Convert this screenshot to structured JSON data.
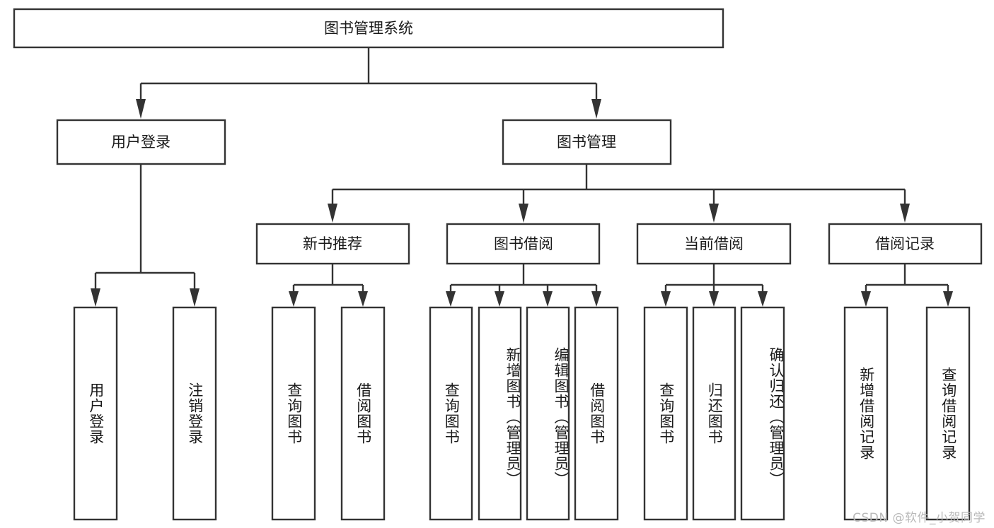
{
  "diagram": {
    "title": "图书管理系统",
    "type": "hierarchy-tree",
    "watermark": "CSDN @软件_小贺同学",
    "colors": {
      "stroke": "#333333",
      "fill": "#ffffff",
      "text": "#1a1a1a",
      "watermark": "#b9b9b9"
    },
    "root": {
      "label": "图书管理系统"
    },
    "level2": [
      {
        "label": "用户登录"
      },
      {
        "label": "图书管理"
      }
    ],
    "level3": [
      {
        "label": "新书推荐"
      },
      {
        "label": "图书借阅"
      },
      {
        "label": "当前借阅"
      },
      {
        "label": "借阅记录"
      }
    ],
    "leaves": {
      "user_login": [
        {
          "label": "用户登录"
        },
        {
          "label": "注销登录"
        }
      ],
      "new_book": [
        {
          "label": "查询图书"
        },
        {
          "label": "借阅图书"
        }
      ],
      "book_borrow": [
        {
          "label": "查询图书"
        },
        {
          "label": "新增图书（管理员）"
        },
        {
          "label": "编辑图书（管理员）"
        },
        {
          "label": "借阅图书"
        }
      ],
      "current_borrow": [
        {
          "label": "查询图书"
        },
        {
          "label": "归还图书"
        },
        {
          "label": "确认归还（管理员）"
        }
      ],
      "borrow_record": [
        {
          "label": "新增借阅记录"
        },
        {
          "label": "查询借阅记录"
        }
      ]
    }
  }
}
